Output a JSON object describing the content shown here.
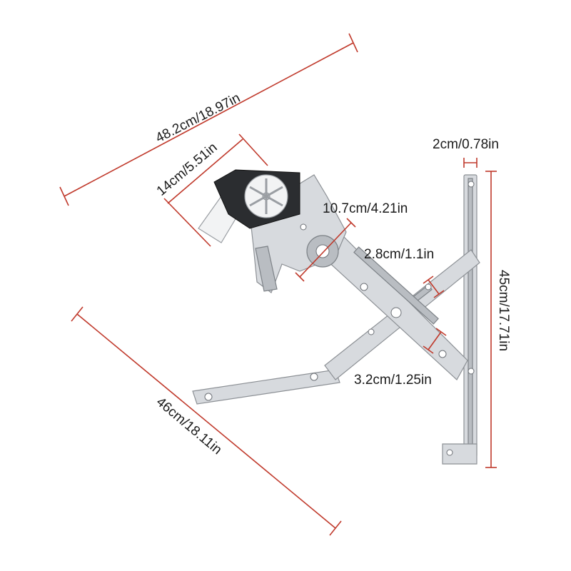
{
  "photo": {
    "subject": "window-regulator-with-motor",
    "background_color": "#ffffff",
    "dimension_color": "#c0392b",
    "text_color": "#1a1a1a"
  },
  "dimensions": {
    "overall_length": "48.2cm/18.97in",
    "motor_length": "14cm/5.51in",
    "gear_width": "10.7cm/4.21in",
    "rail_width": "2cm/0.78in",
    "height": "45cm/17.71in",
    "arm_width_upper": "2.8cm/1.1in",
    "arm_width_lower": "3.2cm/1.25in",
    "arm_length": "46cm/18.11in"
  }
}
